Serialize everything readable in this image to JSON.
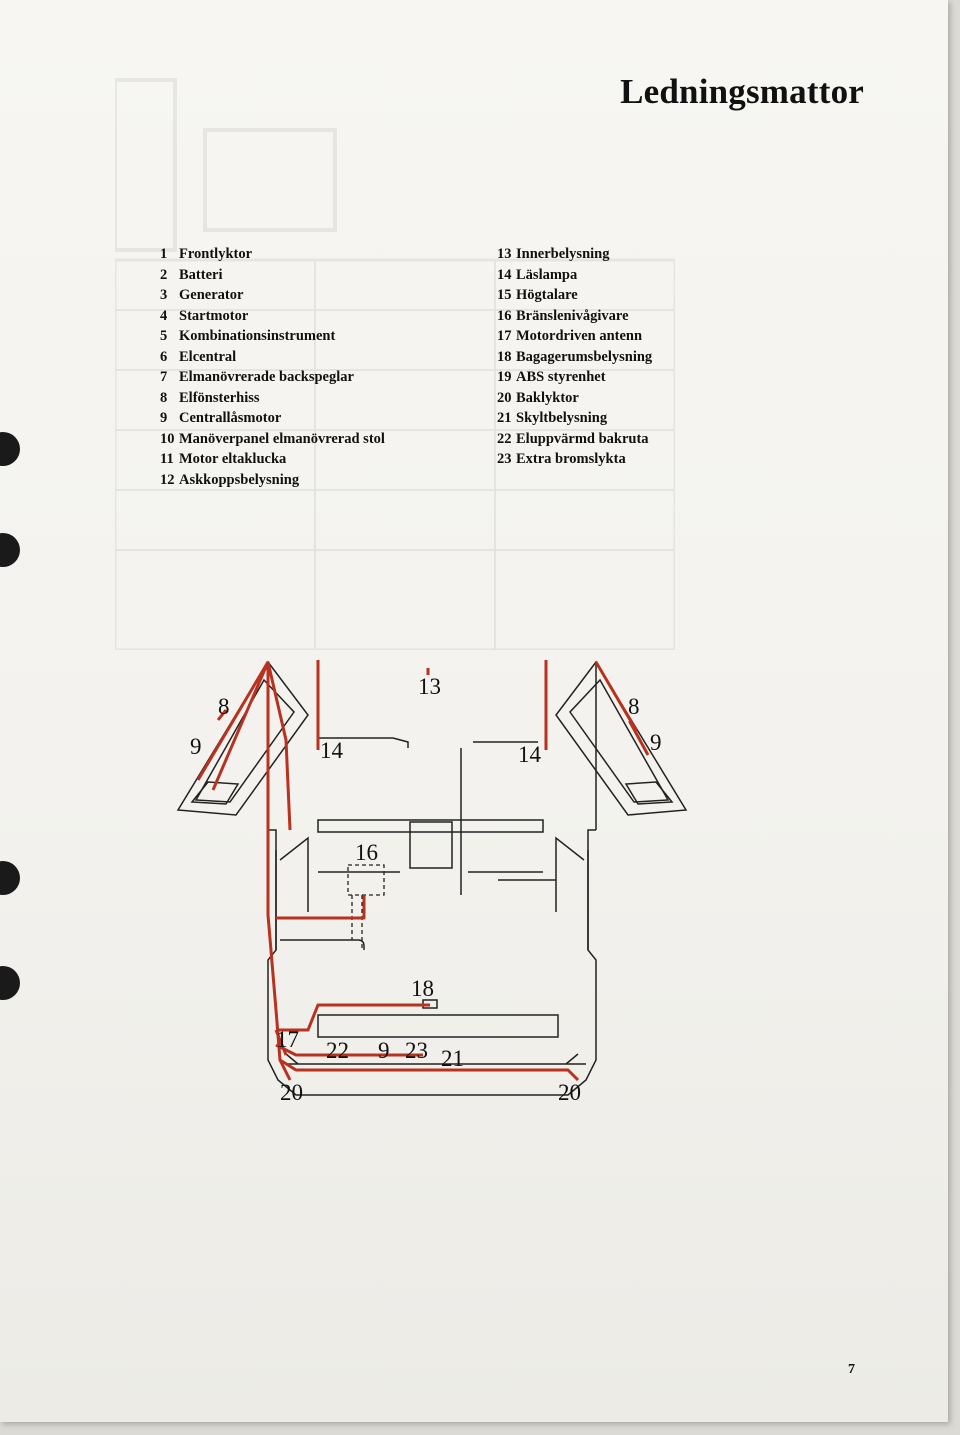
{
  "title": "Ledningsmattor",
  "legend_left": [
    {
      "num": "1",
      "text": "Frontlyktor"
    },
    {
      "num": "2",
      "text": "Batteri"
    },
    {
      "num": "3",
      "text": "Generator"
    },
    {
      "num": "4",
      "text": "Startmotor"
    },
    {
      "num": "5",
      "text": "Kombinationsinstrument"
    },
    {
      "num": "6",
      "text": "Elcentral"
    },
    {
      "num": "7",
      "text": "Elmanövrerade backspeglar"
    },
    {
      "num": "8",
      "text": "Elfönsterhiss"
    },
    {
      "num": "9",
      "text": "Centrallåsmotor"
    },
    {
      "num": "10",
      "text": "Manöverpanel elmanövrerad stol"
    },
    {
      "num": "11",
      "text": "Motor eltaklucka"
    },
    {
      "num": "12",
      "text": "Askkoppsbelysning"
    }
  ],
  "legend_right": [
    {
      "num": "13",
      "text": "Innerbelysning"
    },
    {
      "num": "14",
      "text": "Läslampa"
    },
    {
      "num": "15",
      "text": "Högtalare"
    },
    {
      "num": "16",
      "text": "Bränslenivågivare"
    },
    {
      "num": "17",
      "text": "Motordriven antenn"
    },
    {
      "num": "18",
      "text": "Bagagerumsbelysning"
    },
    {
      "num": "19",
      "text": "ABS styrenhet"
    },
    {
      "num": "20",
      "text": "Baklyktor"
    },
    {
      "num": "21",
      "text": "Skyltbelysning"
    },
    {
      "num": "22",
      "text": "Eluppvärmd bakruta"
    },
    {
      "num": "23",
      "text": "Extra bromslykta"
    }
  ],
  "diagram": {
    "labels": {
      "l13": "13",
      "l14a": "14",
      "l14b": "14",
      "l8a": "8",
      "l9a": "9",
      "l8b": "8",
      "l9b": "9",
      "l16": "16",
      "l18": "18",
      "l17": "17",
      "l22": "22",
      "l9c": "9",
      "l23": "23",
      "l21": "21",
      "l20a": "20",
      "l20b": "20"
    },
    "colors": {
      "wire": "#b8321f",
      "outline": "#222222"
    }
  },
  "page_number": "7"
}
